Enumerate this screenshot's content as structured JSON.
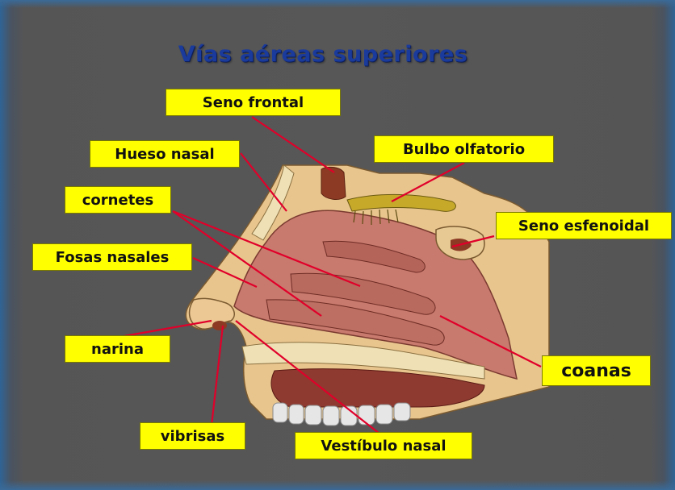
{
  "slide": {
    "title": "Vías aéreas superiores"
  },
  "labels": {
    "seno_frontal": "Seno frontal",
    "hueso_nasal": "Hueso nasal",
    "bulbo_olfatorio": "Bulbo olfatorio",
    "cornetes": "cornetes",
    "seno_esfenoidal": "Seno esfenoidal",
    "fosas_nasales": "Fosas nasales",
    "narina": "narina",
    "coanas": "coanas",
    "vibrisas": "vibrisas",
    "vestibulo_nasal": "Vestíbulo nasal"
  },
  "colors": {
    "label_background": "#ffff00",
    "pointer_line": "#e0002a",
    "title": "#1a3a9c",
    "background": "#575757"
  }
}
